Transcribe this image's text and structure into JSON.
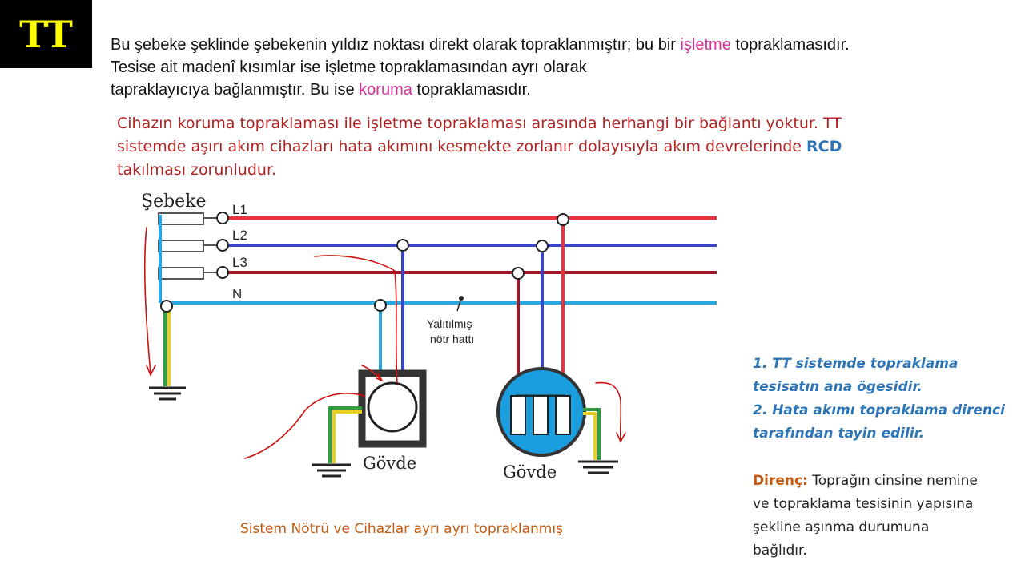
{
  "badge": "TT",
  "intro": {
    "l1a": "Bu şebeke şeklinde şebekenin yıldız noktası direkt olarak topraklanmıştır; bu bir ",
    "l1b": "işletme",
    "l1c": " topraklamasıdır.",
    "l2": "Tesise ait madenî kısımlar ise işletme topraklamasından ayrı olarak",
    "l3a": "tapraklayıcıya bağlanmıştır. Bu ise ",
    "l3b": "koruma",
    "l3c": " topraklamasıdır."
  },
  "red_para": {
    "l1": "Cihazın koruma topraklaması ile işletme topraklaması arasında herhangi bir bağlantı yoktur. TT",
    "l2a": "sistemde  aşırı akım cihazları hata akımını kesmekte zorlanır dolayısıyla akım devrelerinde ",
    "l2b": "RCD",
    "l3": "takılması zorunludur."
  },
  "diagram": {
    "sebeke": "Şebeke",
    "l1": "L1",
    "l2": "L2",
    "l3": "L3",
    "n": "N",
    "insul1": "Yalıtılmış",
    "insul2": "nötr hattı",
    "govde1": "Gövde",
    "govde2": "Gövde",
    "colors": {
      "l1": "#e8323c",
      "l2": "#3a44c8",
      "l3": "#a01828",
      "n": "#29a8e0",
      "ground_green": "#2e9e3e",
      "ground_yellow": "#e8d020",
      "annotation": "#cc1111"
    }
  },
  "caption": "Sistem Nötrü  ve Cihazlar ayrı ayrı topraklanmış",
  "notes": {
    "n1a": "1. TT sistemde topraklama",
    "n1b": "tesisatın ana ögesidir.",
    "n2a": "2. Hata akımı topraklama direnci",
    "n2b": "tarafından tayin edilir.",
    "direnc_label": "Direnç:",
    "d1": " Toprağın cinsine nemine",
    "d2": "ve topraklama tesisinin yapısına",
    "d3": "şekline aşınma durumuna",
    "d4": "bağlıdır."
  }
}
